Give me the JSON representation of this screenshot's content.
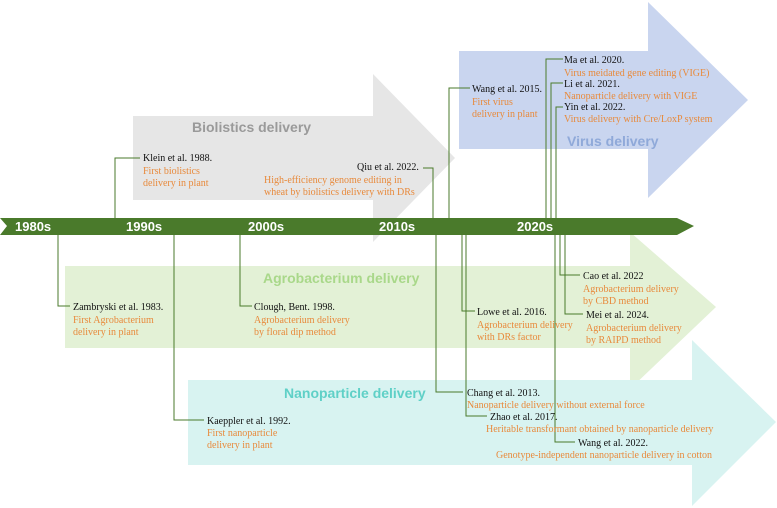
{
  "colors": {
    "timeline": "#4a7a2b",
    "biolistics_band": "#e6e6e6",
    "virus_band": "#c9d5ef",
    "agro_band": "#e3f1d6",
    "nano_band": "#d8f3f1",
    "accent_text": "#e88a3c",
    "connector": "#4a7a2b"
  },
  "timeline": {
    "decades": [
      "1980s",
      "1990s",
      "2000s",
      "2010s",
      "2020s"
    ]
  },
  "bands": {
    "biolistics": "Biolistics delivery",
    "virus": "Virus delivery",
    "agrobacterium": "Agrobacterium delivery",
    "nanoparticle": "Nanoparticle delivery"
  },
  "events": {
    "klein": {
      "ref": "Klein et al. 1988.",
      "note": [
        "First biolistics",
        "delivery in plant"
      ]
    },
    "qiu": {
      "ref": "Qiu et al. 2022.",
      "note": [
        "High-efficiency genome editing in",
        "wheat by biolistics delivery with DRs"
      ]
    },
    "wang2015": {
      "ref": "Wang et al. 2015.",
      "note": [
        "First virus",
        "delivery in plant"
      ]
    },
    "ma": {
      "ref": "Ma et al. 2020.",
      "note": [
        "Virus meidated gene editing (VIGE)"
      ]
    },
    "li": {
      "ref": "Li et al. 2021.",
      "note": [
        "Nanoparticle delivery with VIGE"
      ]
    },
    "yin": {
      "ref": "Yin et al. 2022.",
      "note": [
        "Virus delivery with Cre/LoxP system"
      ]
    },
    "zambryski": {
      "ref": "Zambryski et al. 1983.",
      "note": [
        "First Agrobacterium",
        "delivery in plant"
      ]
    },
    "clough": {
      "ref": "Clough, Bent. 1998.",
      "note": [
        "Agrobacterium delivery",
        "by floral dip method"
      ]
    },
    "lowe": {
      "ref": "Lowe et al. 2016.",
      "note": [
        "Agrobacterium delivery",
        "with DRs factor"
      ]
    },
    "cao": {
      "ref": "Cao et al. 2022",
      "note": [
        "Agrobacterium delivery",
        "by CBD method"
      ]
    },
    "mei": {
      "ref": "Mei et al. 2024.",
      "note": [
        "Agrobacterium delivery",
        "by RAIPD method"
      ]
    },
    "kaeppler": {
      "ref": "Kaeppler et al. 1992.",
      "note": [
        "First nanoparticle",
        "delivery in plant"
      ]
    },
    "chang": {
      "ref": "Chang et al. 2013.",
      "note": [
        "Nanoparticle delivery without external force"
      ]
    },
    "zhao": {
      "ref": "Zhao et al. 2017.",
      "note": [
        "Heritable transformant obtained by nanoparticle delivery"
      ]
    },
    "wang2022": {
      "ref": "Wang et al. 2022.",
      "note": [
        "Genotype-independent nanoparticle delivery in cotton"
      ]
    }
  }
}
